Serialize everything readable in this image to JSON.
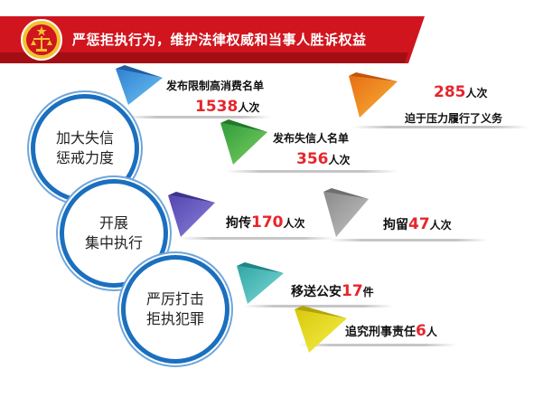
{
  "header": {
    "title": "严惩拒执行为，维护法律权威和当事人胜诉权益",
    "emblem_icon": "court-emblem-icon",
    "banner_color": "#d0151e"
  },
  "circles": {
    "c1": {
      "line1": "加大失信",
      "line2": "惩戒力度"
    },
    "c2": {
      "line1": "开展",
      "line2": "集中执行"
    },
    "c3": {
      "line1": "严厉打击",
      "line2": "拒执犯罪"
    }
  },
  "stats": {
    "consumption": {
      "label": "发布限制高消费名单",
      "value": "1538",
      "unit": "人次",
      "color": "#4aa6e8"
    },
    "pressure": {
      "value": "285",
      "unit": "人次",
      "label": "迫于压力履行了义务",
      "color": "#f0911e"
    },
    "dishonest": {
      "label": "发布失信人名单",
      "value": "356",
      "unit": "人次",
      "color": "#4cb848"
    },
    "summons": {
      "label": "拘传",
      "value": "170",
      "unit": "人次",
      "color": "#6b5fc7"
    },
    "detention": {
      "label": "拘留",
      "value": "47",
      "unit": "人次",
      "color": "#a8a8a8"
    },
    "police": {
      "label": "移送公安",
      "value": "17",
      "unit": "件",
      "color": "#4fc0c0"
    },
    "criminal": {
      "label": "追究刑事责任",
      "value": "6",
      "unit": "人",
      "color": "#e8df1a"
    }
  },
  "accent": {
    "circle_border": "#1b6fbf",
    "number": "#e6262c"
  }
}
